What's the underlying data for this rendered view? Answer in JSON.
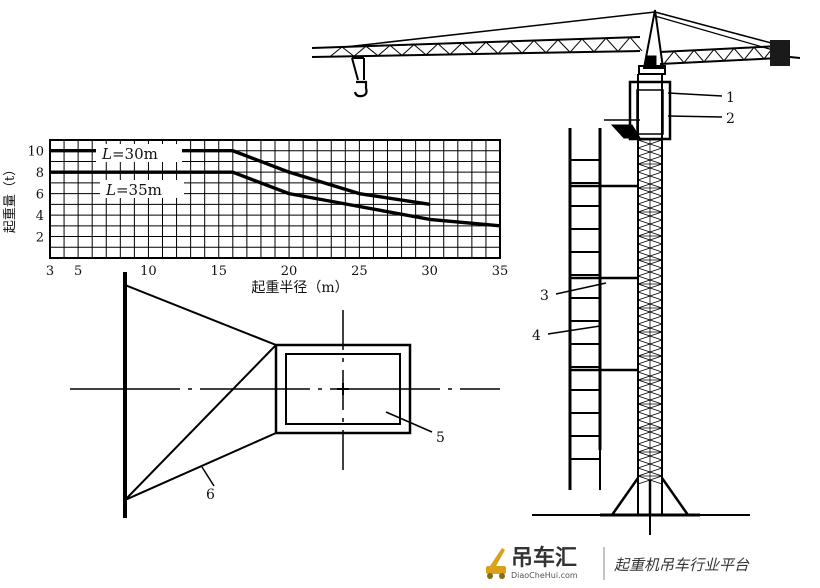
{
  "diagram": {
    "load_chart": {
      "ylabel": "起重量（t）",
      "xlabel": "起重半径（m）",
      "y_ticks": [
        "10",
        "8",
        "6",
        "4",
        "2"
      ],
      "x_ticks": [
        "3",
        "5",
        "10",
        "15",
        "20",
        "25",
        "30",
        "35"
      ],
      "curves": [
        {
          "label_italic": "L",
          "label_rest": "=30m"
        },
        {
          "label_italic": "L",
          "label_rest": "=35m"
        }
      ],
      "chart_data": {
        "type": "line",
        "xlabel": "起重半径（m）",
        "ylabel": "起重量（t）",
        "xlim": [
          3,
          35
        ],
        "ylim": [
          0,
          11
        ],
        "series": [
          {
            "name": "L=30m",
            "x": [
              3,
              16,
              20,
              25,
              30
            ],
            "y": [
              10,
              10,
              8,
              6,
              5
            ]
          },
          {
            "name": "L=35m",
            "x": [
              3,
              16,
              20,
              25,
              30,
              35
            ],
            "y": [
              8,
              8,
              6,
              4.8,
              3.6,
              3
            ]
          }
        ]
      }
    },
    "callouts": [
      "1",
      "2",
      "3",
      "4",
      "5",
      "6"
    ]
  },
  "watermark": {
    "brand": "吊车汇",
    "domain": "DiaoCheHui.com",
    "slogan": "起重机吊车行业平台"
  }
}
